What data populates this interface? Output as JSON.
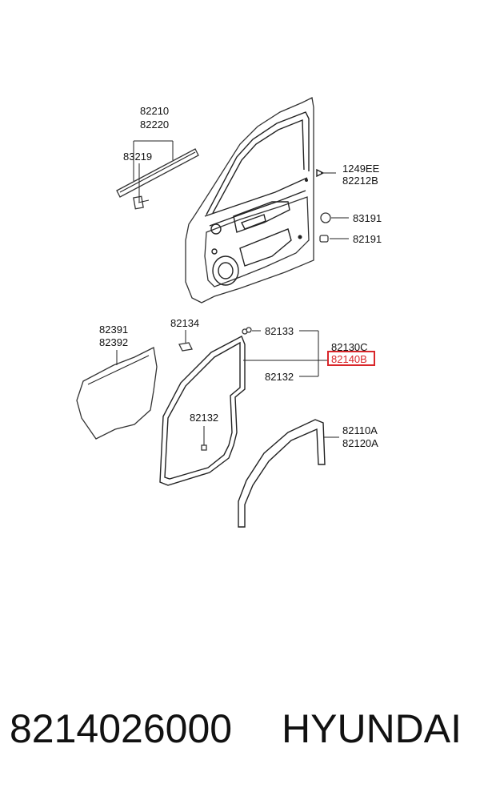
{
  "diagram": {
    "labels": {
      "l82210": "82210",
      "l82220": "82220",
      "l83219": "83219",
      "l1249EE": "1249EE",
      "l82212B": "82212B",
      "l83191": "83191",
      "l82191": "82191",
      "l82391": "82391",
      "l82392": "82392",
      "l82134": "82134",
      "l82133": "82133",
      "l82130C": "82130C",
      "l82140B": "82140B",
      "l82132a": "82132",
      "l82132b": "82132",
      "l82110A": "82110A",
      "l82120A": "82120A"
    },
    "highlight_color": "#d9262a"
  },
  "footer": {
    "part_number": "8214026000",
    "brand": "HYUNDAI"
  }
}
